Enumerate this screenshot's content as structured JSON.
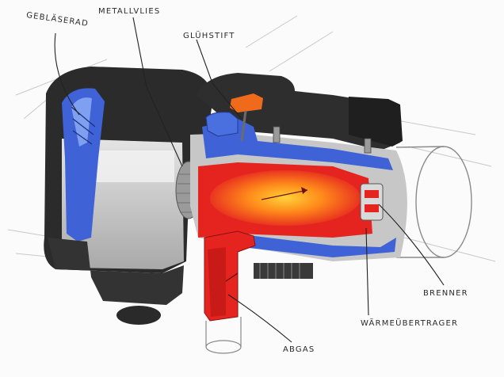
{
  "diagram": {
    "labels": {
      "geblaeserad": "Gebläserad",
      "metallvlies": "Metallvlies",
      "gluehstift": "Glühstift",
      "brenner": "Brenner",
      "waermeuebertrager": "Wärmeübertrager",
      "abgas": "Abgas"
    },
    "colors": {
      "housing": "#2b2b2b",
      "body_grey": "#bdbdbd",
      "coolant_blue": "#3f63d6",
      "flame_red": "#e52420",
      "flame_orange": "#ff8a1a",
      "cap_orange": "#f06a1c"
    }
  }
}
